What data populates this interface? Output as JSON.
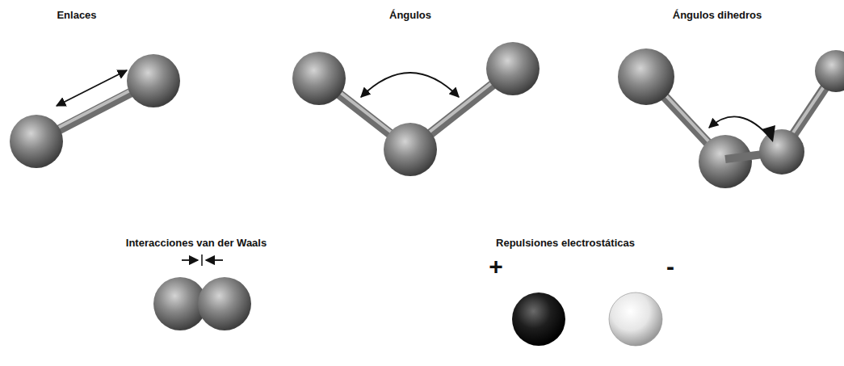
{
  "diagram": {
    "labels": [
      "Enlaces",
      "Ángulos",
      "Ángulos dihedros",
      "Interacciones van der Waals",
      "Repulsiones electrostáticas",
      "+",
      "-"
    ]
  }
}
